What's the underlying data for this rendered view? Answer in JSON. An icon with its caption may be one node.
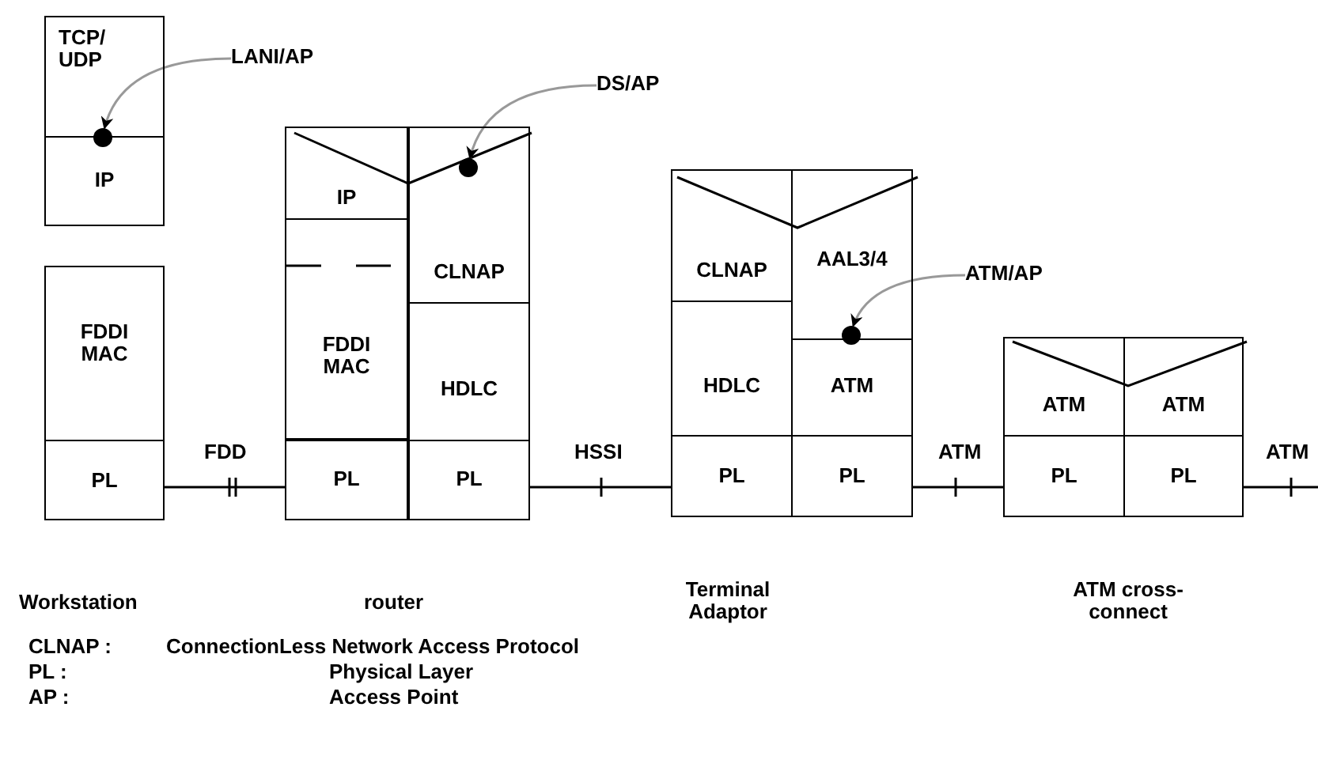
{
  "diagram": {
    "nodes": [
      {
        "text": [
          "TCP/ UDP"
        ]
      },
      {
        "text": [
          "IP"
        ]
      },
      {
        "text": [
          "FDDI MAC"
        ]
      },
      {
        "text": [
          "PL"
        ]
      },
      {
        "text": [
          "IP"
        ]
      },
      {
        "text": [
          "CLNAP"
        ]
      },
      {
        "text": [
          "FDDI MAC"
        ]
      },
      {
        "text": [
          "HDLC"
        ]
      },
      {
        "text": [
          "PL"
        ]
      },
      {
        "text": [
          "PL"
        ]
      },
      {
        "text": [
          "CLNAP"
        ]
      },
      {
        "text": [
          "AAL3/4"
        ]
      },
      {
        "text": [
          "HDLC"
        ]
      },
      {
        "text": [
          "ATM"
        ]
      },
      {
        "text": [
          "PL"
        ]
      },
      {
        "text": [
          "PL"
        ]
      },
      {
        "text": [
          "ATM"
        ]
      },
      {
        "text": [
          "ATM"
        ]
      },
      {
        "text": [
          "PL"
        ]
      },
      {
        "text": [
          "PL"
        ]
      },
      {
        "text": [
          "LANI/AP"
        ]
      },
      {
        "text": [],
        "shape": "circle"
      },
      {
        "text": [
          "DS/AP"
        ]
      },
      {
        "text": [],
        "shape": "circle",
        "in": 5
      },
      {
        "text": [
          "ATM/AP"
        ]
      },
      {
        "text": [],
        "shape": "circle"
      }
    ],
    "edges": [
      {
        "from": 3,
        "to": 8,
        "arrow": "none",
        "label": "FDD"
      },
      {
        "from": 9,
        "to": 14,
        "arrow": "none",
        "label": "HSSI"
      },
      {
        "from": 15,
        "to": 18,
        "arrow": "none",
        "label": "ATM"
      },
      {
        "from": 19,
        "to": null,
        "arrow": "none",
        "label": "ATM"
      },
      {
        "from": 20,
        "to": 21,
        "arrow": "to",
        "color": "#999999"
      },
      {
        "from": 22,
        "to": 23,
        "arrow": "to",
        "color": "#999999"
      },
      {
        "from": 24,
        "to": 25,
        "arrow": "to",
        "color": "#999999"
      }
    ],
    "labels": [
      "Workstation",
      "router",
      "Terminal Adaptor",
      "ATM cross-connect",
      "CLNAP :",
      "ConnectionLess Network Access Protocol",
      "PL :",
      "Physical Layer",
      "AP :",
      "Access Point"
    ]
  }
}
